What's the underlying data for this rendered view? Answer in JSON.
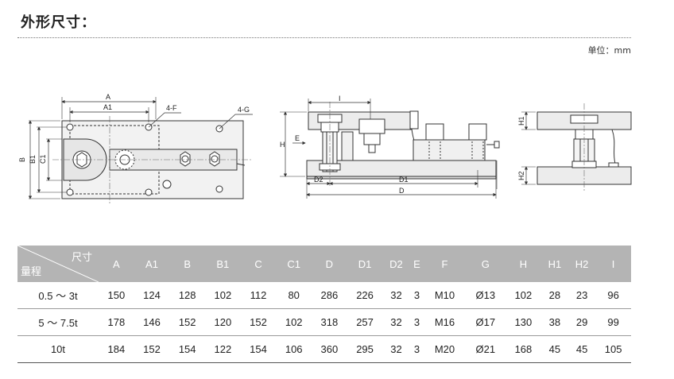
{
  "heading": "外形尺寸：",
  "unit_label": "单位：mm",
  "drawing_labels": {
    "A": "A",
    "A1": "A1",
    "B": "B",
    "B1": "B1",
    "C1": "C1",
    "F": "4-F",
    "G": "4-G",
    "I": "I",
    "H": "H",
    "E": "E",
    "D": "D",
    "D1": "D1",
    "D2": "D2",
    "H1": "H1",
    "H2": "H2"
  },
  "table": {
    "corner_top": "尺寸",
    "corner_bottom": "量程",
    "columns": [
      "A",
      "A1",
      "B",
      "B1",
      "C",
      "C1",
      "D",
      "D1",
      "D2",
      "E",
      "F",
      "G",
      "H",
      "H1",
      "H2",
      "I"
    ],
    "rows": [
      {
        "range": "0.5 ～ 3t",
        "values": [
          "150",
          "124",
          "128",
          "102",
          "112",
          "80",
          "286",
          "226",
          "32",
          "3",
          "M10",
          "Ø13",
          "102",
          "28",
          "23",
          "96"
        ]
      },
      {
        "range": "5 ～ 7.5t",
        "values": [
          "178",
          "146",
          "152",
          "120",
          "152",
          "102",
          "318",
          "257",
          "32",
          "3",
          "M16",
          "Ø17",
          "130",
          "38",
          "29",
          "99"
        ]
      },
      {
        "range": "10t",
        "values": [
          "184",
          "152",
          "154",
          "122",
          "154",
          "106",
          "360",
          "295",
          "32",
          "3",
          "M20",
          "Ø21",
          "168",
          "45",
          "45",
          "105"
        ]
      }
    ]
  }
}
